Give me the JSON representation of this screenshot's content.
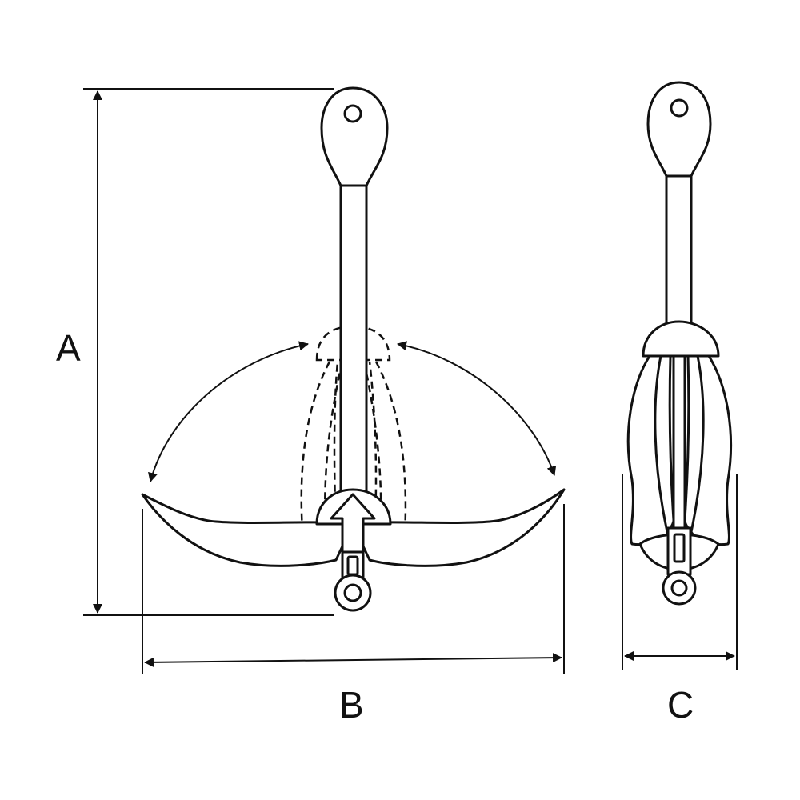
{
  "dimensions": {
    "a": "A",
    "b": "B",
    "c": "C"
  },
  "colors": {
    "line": "#111111",
    "background": "#ffffff"
  }
}
